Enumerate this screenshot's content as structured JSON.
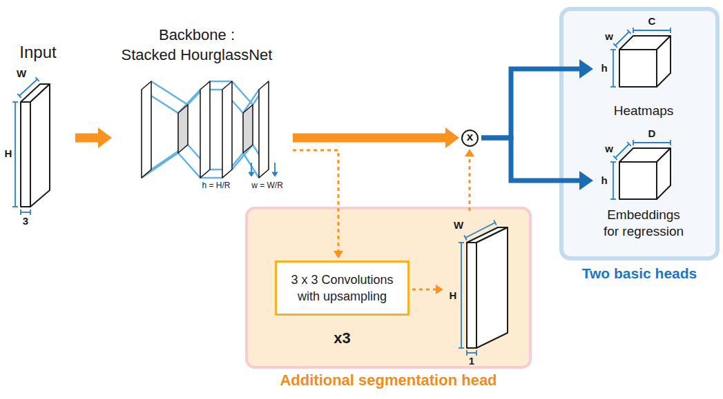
{
  "diagram": {
    "nodes": [
      {
        "text": [
          "Input",
          "W",
          "H",
          "3"
        ]
      },
      {
        "text": [
          "Backbone : Stacked HourglassNet",
          "h = H/R",
          "w = W/R"
        ]
      },
      {
        "text": [
          "x"
        ]
      },
      {
        "text": [
          "Two basic heads"
        ]
      },
      {
        "text": [
          "Heatmaps",
          "w",
          "h",
          "C"
        ],
        "in": 3
      },
      {
        "text": [
          "Embeddings for regression",
          "w",
          "h",
          "D"
        ],
        "in": 3
      },
      {
        "text": [
          "Additional segmentation head"
        ]
      },
      {
        "text": [
          "3 x 3 Convolutions with upsampling",
          "x3"
        ],
        "in": 6
      },
      {
        "text": [
          "W",
          "H",
          "1"
        ],
        "in": 6
      }
    ],
    "edges": [
      {
        "from": 0,
        "to": 1,
        "arrow": "to"
      },
      {
        "from": 1,
        "to": 2,
        "arrow": "to"
      },
      {
        "from": 1,
        "to": 7,
        "arrow": "to"
      },
      {
        "from": 7,
        "to": 8,
        "arrow": "to"
      },
      {
        "from": 8,
        "to": 2,
        "arrow": "to"
      },
      {
        "from": 2,
        "to": 4,
        "arrow": "to"
      },
      {
        "from": 2,
        "to": 5,
        "arrow": "to"
      }
    ]
  }
}
